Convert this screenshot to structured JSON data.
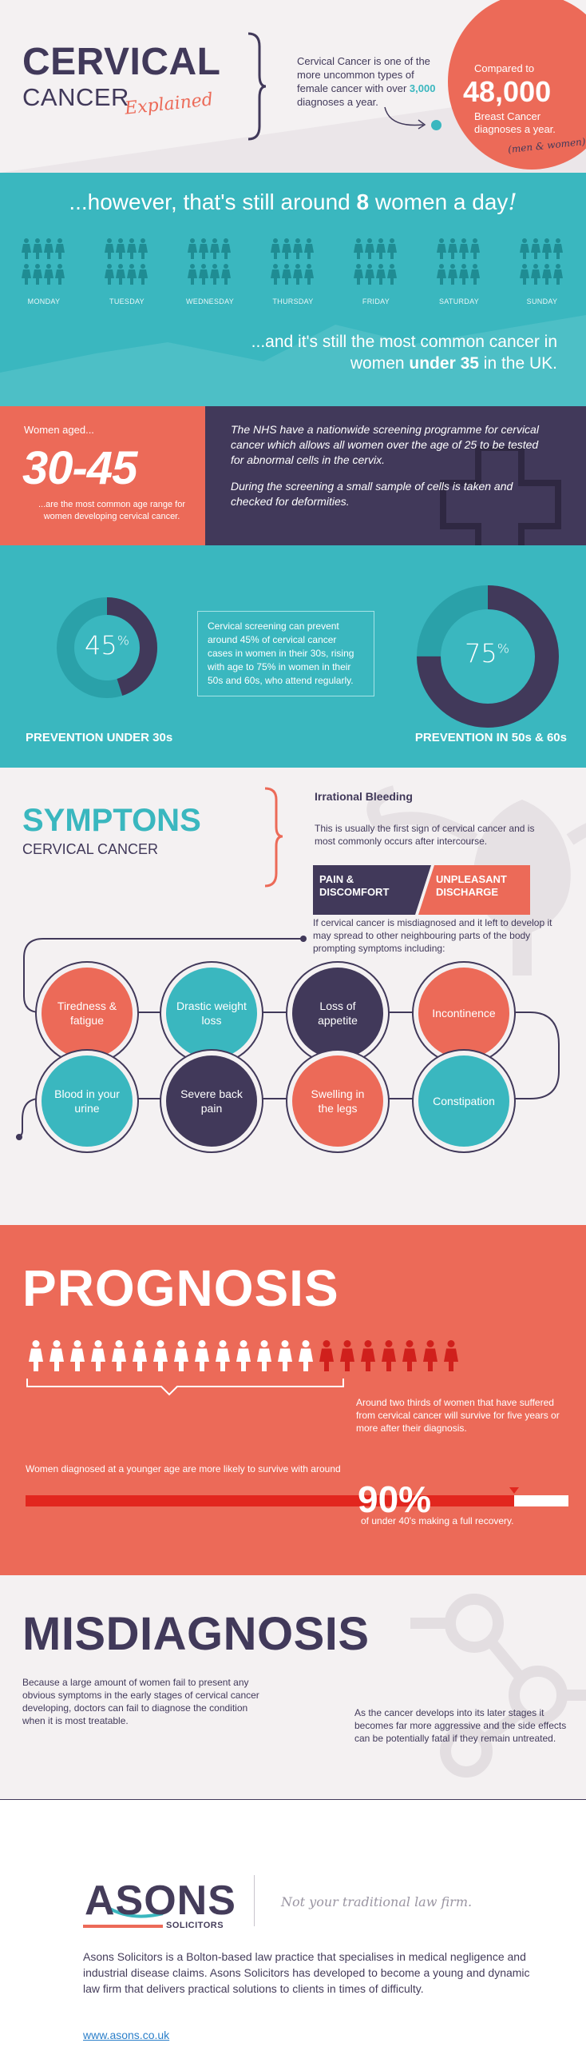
{
  "header": {
    "title_1": "CERVICAL",
    "title_2": "CANCER",
    "title_3": "Explained",
    "intro_pre": "Cervical Cancer is one of the more uncommon types of female cancer with over ",
    "intro_num": "3,000",
    "intro_post": " diagnoses a year.",
    "compared": "Compared to",
    "compare_num": "48,000",
    "compare_text": "Breast Cancer diagnoses a year.",
    "compare_note": "(men & women)"
  },
  "week": {
    "headline_pre": "...however, that's still around ",
    "headline_num": "8",
    "headline_post": " women a day",
    "headline_mark": "!",
    "days": [
      "MONDAY",
      "TUESDAY",
      "WEDNESDAY",
      "THURSDAY",
      "FRIDAY",
      "SATURDAY",
      "SUNDAY"
    ],
    "tag_line_1": "...and it's still the most common cancer in",
    "tag_line_2_pre": "women ",
    "tag_line_2_bold": "under 35",
    "tag_line_2_post": " in the UK."
  },
  "age": {
    "aged": "Women aged...",
    "range": "30-45",
    "caption": "...are the most common age range for women developing cervical cancer.",
    "nhs_1": "The NHS have a nationwide screening programme for cervical cancer which allows all women over the age of 25 to be tested for abnormal cells in the cervix.",
    "nhs_2": "During the screening a small sample of cells is taken and checked for deformities."
  },
  "prevention": {
    "left_pct": "45",
    "right_pct": "75",
    "pct_sign": "%",
    "left_fraction": 0.45,
    "right_fraction": 0.75,
    "middle_text": "Cervical screening can prevent around 45% of cervical cancer cases in women in their 30s, rising with age to 75% in women in their 50s and 60s, who attend regularly.",
    "left_label": "PREVENTION UNDER 30s",
    "right_label": "PREVENTION IN 50s & 60s"
  },
  "symptoms": {
    "title": "SYMPTONS",
    "subtitle": "CERVICAL CANCER",
    "irr_title": "Irrational Bleeding",
    "irr_desc": "This is usually the first sign of cervical cancer and is most commonly occurs after intercourse.",
    "pain": "PAIN & DISCOMFORT",
    "discharge": "UNPLEASANT DISCHARGE",
    "misdiag_text": "If cervical cancer is misdiagnosed and it left to develop it may spread to other neighbouring parts of the body prompting symptoms including:",
    "items": [
      "Tiredness & fatigue",
      "Drastic weight loss",
      "Loss of appetite",
      "Incontinence",
      "Blood in your urine",
      "Severe back pain",
      "Swelling in the legs",
      "Constipation"
    ]
  },
  "prognosis": {
    "title": "PROGNOSIS",
    "two_thirds": "Around two thirds of women that have suffered from cervical cancer will survive for five years or more after their diagnosis.",
    "younger": "Women diagnosed at a younger age are more likely to survive with around",
    "ninety": "90%",
    "recovery": "of under 40's making a full recovery.",
    "survival_fraction": 0.9
  },
  "misdiagnosis": {
    "title": "MISDIAGNOSIS",
    "p1": "Because a large amount of women fail to present any obvious symptoms in the early stages of cervical cancer developing, doctors can fail to diagnose the condition when it is most treatable.",
    "p2": "As the cancer develops into its later stages it becomes far more aggressive and the side effects can be potentially fatal if they remain untreated."
  },
  "footer": {
    "logo_name": "ASONS",
    "logo_sub": "SOLICITORS",
    "tagline": "Not your traditional law firm.",
    "about": "Asons Solicitors is a Bolton-based law practice that specialises in medical negligence and industrial disease claims. Asons Solicitors has developed to become a young and dynamic law firm that delivers practical solutions to clients in times of difficulty.",
    "url": "www.asons.co.uk"
  },
  "colors": {
    "navy": "#41395a",
    "teal": "#3ab7bf",
    "coral": "#ec6a58",
    "light": "#f4f1f2"
  }
}
